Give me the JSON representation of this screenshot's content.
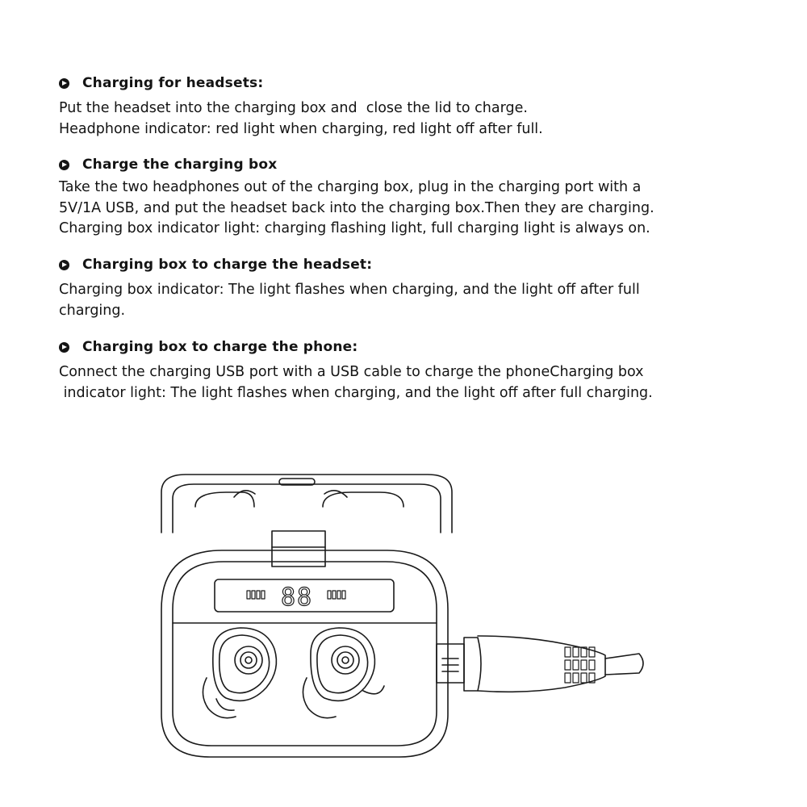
{
  "sections": [
    {
      "heading": "Charging for headsets:",
      "lines": [
        "Put the headset into the charging box and  close the lid to charge.",
        "Headphone indicator: red light when charging, red light off after full."
      ]
    },
    {
      "heading": "Charge the charging box",
      "lines": [
        "Take the two headphones out of the charging box, plug in the charging port with a",
        "5V/1A USB, and put the headset back into the charging box.Then they are charging.",
        "Charging box indicator light: charging flashing light, full charging light is always on."
      ]
    },
    {
      "heading": "Charging box to charge the headset:",
      "lines": [
        "Charging box indicator: The light flashes when charging, and the light off after full",
        "charging."
      ]
    },
    {
      "heading": "Charging box to charge the phone:",
      "lines": [
        "Connect the charging USB port with a USB cable to charge the phoneCharging box",
        " indicator light: The light flashes when charging, and the light off after full charging."
      ]
    }
  ],
  "illustration": {
    "icon": "charging-case-with-earbuds-and-usb-cable-icon",
    "display_digits": "88"
  }
}
